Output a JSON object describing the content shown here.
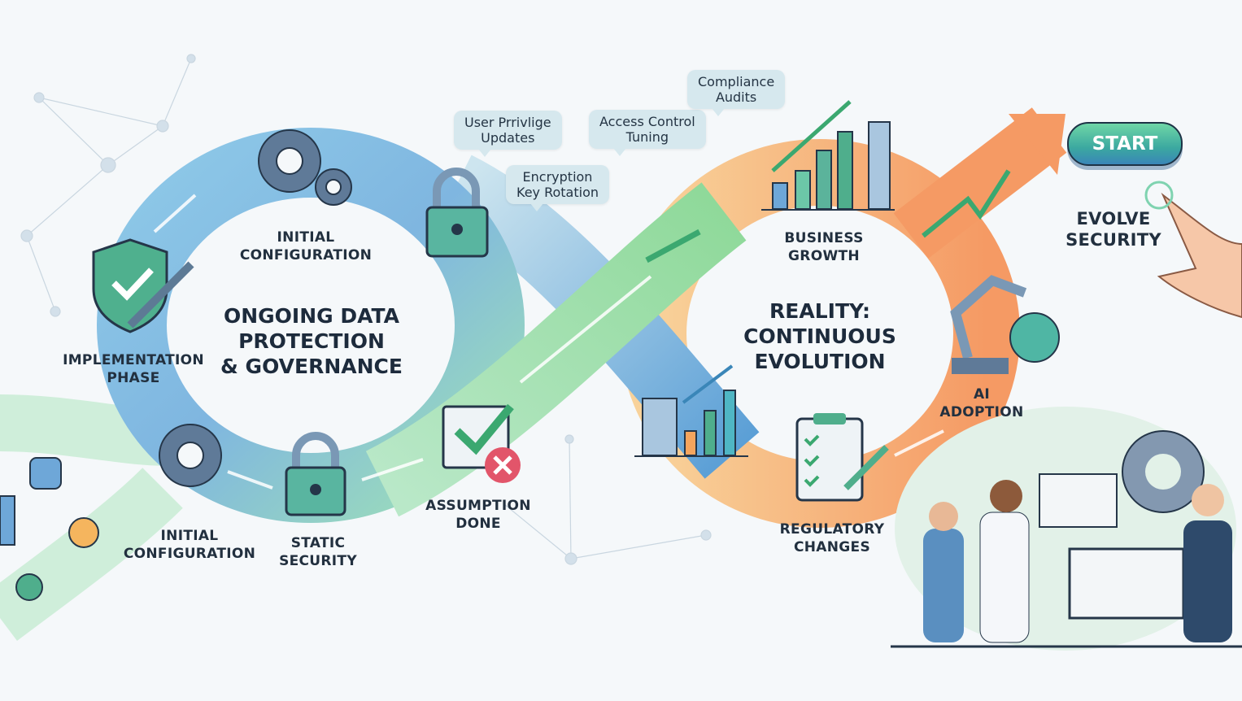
{
  "left_loop": {
    "title": "ONGOING DATA\nPROTECTION\n& GOVERNANCE",
    "stages": {
      "implementation": "IMPLEMENTATION\nPHASE",
      "initial_config_top": "INITIAL\nCONFIGURATION",
      "initial_config_bottom": "INITIAL\nCONFIGURATION",
      "static_security": "STATIC\nSECURITY",
      "assumption_done": "ASSUMPTION\nDONE"
    }
  },
  "bubbles": {
    "user_privilege": "User Prrivlige\nUpdates",
    "encryption": "Encryption\nKey Rotation",
    "access_control": "Access Control\nTuning",
    "compliance": "Compliance\nAudits"
  },
  "right_loop": {
    "title": "REALITY:\nCONTINUOUS\nEVOLUTION",
    "stages": {
      "business_growth": "BUSINESS\nGROWTH",
      "ai_adoption": "AI\nADOPTION",
      "regulatory": "REGULATORY\nCHANGES"
    }
  },
  "cta": {
    "start_label": "START",
    "caption": "EVOLVE\nSECURITY"
  },
  "colors": {
    "blue": "#5b9fd6",
    "green": "#8fd9a8",
    "orange": "#f6a96a",
    "teal": "#3ba8a0"
  }
}
